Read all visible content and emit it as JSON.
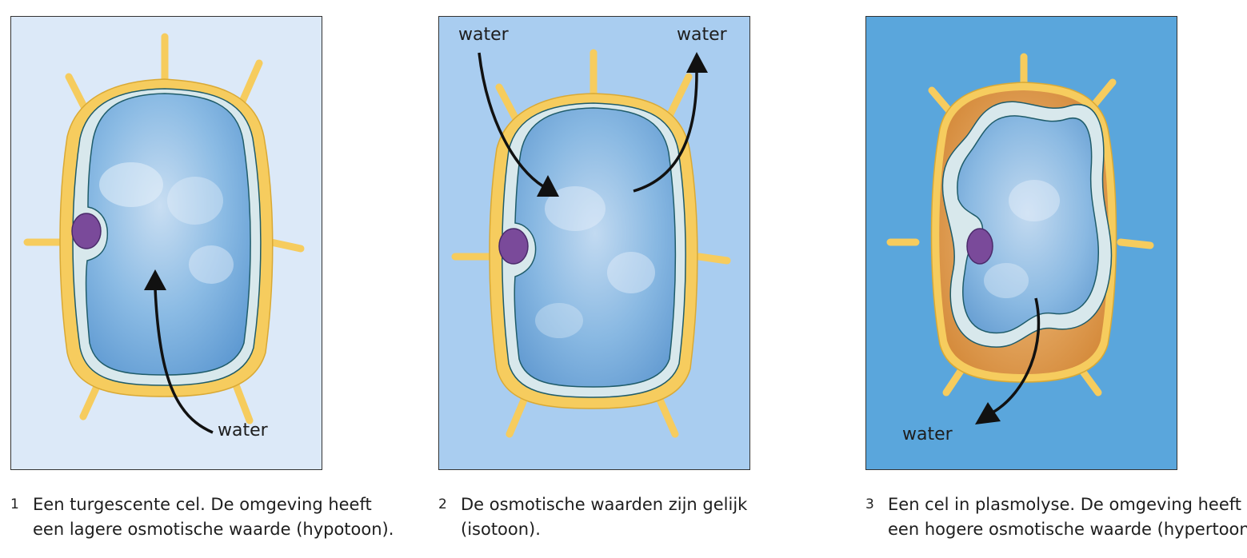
{
  "panels": [
    {
      "background": "#dce9f8",
      "labels": [
        "water"
      ],
      "caption": {
        "number": "1",
        "lines": [
          "Een turgescente cel. De omgeving heeft",
          "een lagere osmotische waarde (hypotoon)."
        ]
      }
    },
    {
      "background": "#a9cdf0",
      "labels": [
        "water",
        "water"
      ],
      "caption": {
        "number": "2",
        "lines": [
          "De osmotische waarden zijn gelijk",
          "(isotoon)."
        ]
      }
    },
    {
      "background": "#5aa6dc",
      "labels": [
        "water"
      ],
      "caption": {
        "number": "3",
        "lines": [
          "Een cel in plasmolyse. De omgeving heeft",
          "een hogere osmotische waarde (hypertoon)."
        ]
      }
    }
  ],
  "colors": {
    "cell_wall": "#f6cc5e",
    "cell_wall_stroke": "#d9a935",
    "cytoplasm": "#d8e8ec",
    "membrane": "#1f5c6a",
    "vacuole": "#7fb3df",
    "nucleus": "#7a4a9a",
    "plasmolysis_space": "#d99445",
    "arrow": "#111111"
  }
}
